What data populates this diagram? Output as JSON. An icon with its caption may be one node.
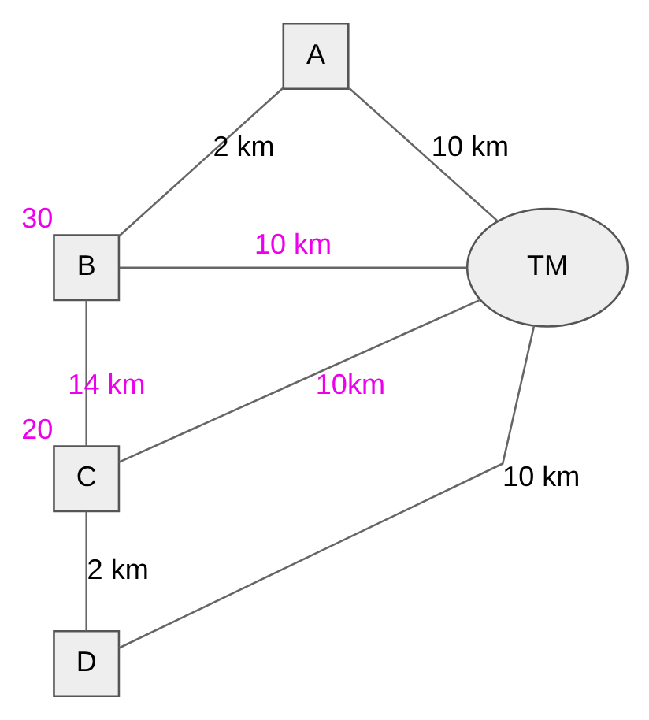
{
  "diagram": {
    "nodes": [
      {
        "text": [
          "A"
        ]
      },
      {
        "text": [
          "B"
        ],
        "beside": [
          "30"
        ]
      },
      {
        "text": [
          "TM"
        ]
      },
      {
        "text": [
          "C"
        ],
        "beside": [
          "20"
        ]
      },
      {
        "text": [
          "D"
        ]
      }
    ],
    "edges": [
      {
        "from": 0,
        "to": 1,
        "arrow": "none",
        "label": "2 km"
      },
      {
        "from": 0,
        "to": 2,
        "arrow": "none",
        "label": "10 km"
      },
      {
        "from": 2,
        "to": 1,
        "arrow": "none",
        "label": "10 km"
      },
      {
        "from": 1,
        "to": 3,
        "arrow": "none",
        "label": "14 km"
      },
      {
        "from": 2,
        "to": 3,
        "arrow": "none",
        "label": "10km"
      },
      {
        "from": 2,
        "to": 4,
        "arrow": "none",
        "label": "10 km"
      },
      {
        "from": 3,
        "to": 4,
        "arrow": "none",
        "label": "2 km"
      }
    ]
  }
}
